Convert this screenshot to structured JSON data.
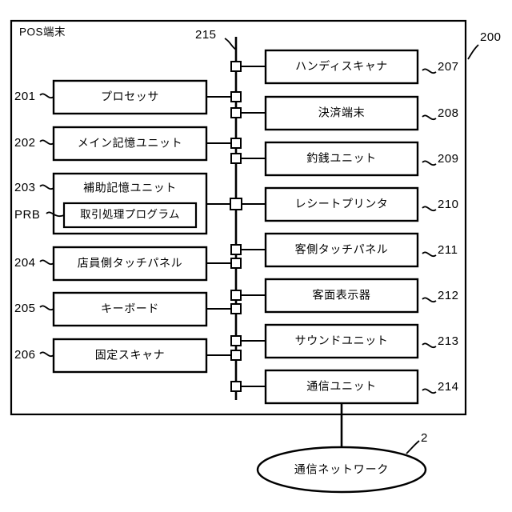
{
  "figure": {
    "frame_title": "POS端末",
    "frame_ref": "200",
    "bus_ref": "215",
    "network_ref": "2",
    "network_label": "通信ネットワーク"
  },
  "left_blocks": [
    {
      "ref": "201",
      "label": "プロセッサ"
    },
    {
      "ref": "202",
      "label": "メイン記憶ユニット"
    },
    {
      "ref": "203",
      "label": "補助記憶ユニット"
    },
    {
      "ref": "204",
      "label": "店員側タッチパネル"
    },
    {
      "ref": "205",
      "label": "キーボード"
    },
    {
      "ref": "206",
      "label": "固定スキャナ"
    }
  ],
  "nested_block": {
    "ref": "PRB",
    "label": "取引処理プログラム"
  },
  "right_blocks": [
    {
      "ref": "207",
      "label": "ハンディスキャナ"
    },
    {
      "ref": "208",
      "label": "決済端末"
    },
    {
      "ref": "209",
      "label": "釣銭ユニット"
    },
    {
      "ref": "210",
      "label": "レシートプリンタ"
    },
    {
      "ref": "211",
      "label": "客側タッチパネル"
    },
    {
      "ref": "212",
      "label": "客面表示器"
    },
    {
      "ref": "213",
      "label": "サウンドユニット"
    },
    {
      "ref": "214",
      "label": "通信ユニット"
    }
  ],
  "colors": {
    "stroke": "#000000",
    "fill": "#ffffff",
    "background": "#ffffff"
  }
}
